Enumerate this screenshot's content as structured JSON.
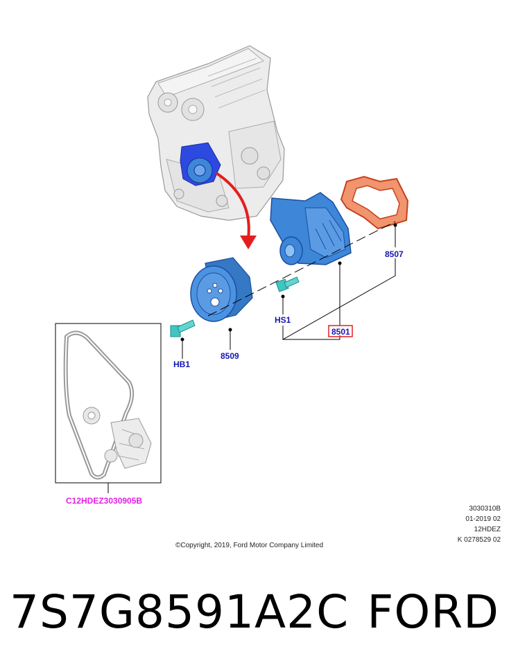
{
  "callouts": {
    "c8507": "8507",
    "c8501": "8501",
    "c8509": "8509",
    "chs1": "HS1",
    "chb1": "HB1"
  },
  "reference_view": {
    "label": "C12HDEZ3030905B"
  },
  "info_block": {
    "line1": "3030310B",
    "line2": "01-2019 02",
    "line3": "12HDEZ",
    "line4": "K 0278529 02"
  },
  "copyright": "©Copyright, 2019, Ford Motor Company Limited",
  "part_number": "7S7G8591A2C",
  "brand": "FORD",
  "colors": {
    "part_blue": "#3d86d8",
    "part_highlight": "#2d4ae0",
    "gasket_red": "#e0502a",
    "arrow_red": "#e41e1e",
    "callout_blue": "#1414b4",
    "ref_magenta": "#e61ee6",
    "bolt_teal": "#3fc6c0"
  }
}
